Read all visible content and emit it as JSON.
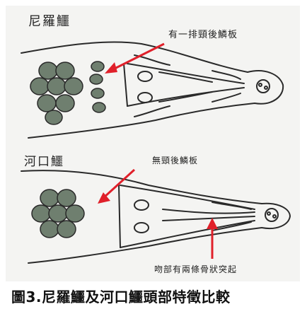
{
  "labels": {
    "species_top": "尼羅鱷",
    "species_bottom": "河口鱷",
    "annotation_top": "有一排頸後鱗板",
    "annotation_middle": "無頸後鱗板",
    "annotation_bottom": "吻部有兩條骨狀突起"
  },
  "caption": "圖3.尼羅鱷及河口鱷頭部特徵比較",
  "colors": {
    "arrow": "#e0202a",
    "ink": "#2a2a2a",
    "scale_fill": "#6f7f6f",
    "panel_bg": "#f4f4f2"
  }
}
